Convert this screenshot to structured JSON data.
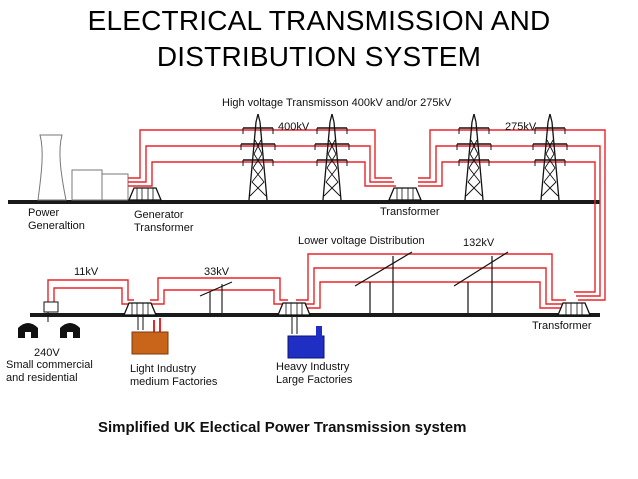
{
  "title_line1": "ELECTRICAL TRANSMISSION AND",
  "title_line2": "DISTRIBUTION SYSTEM",
  "labels": {
    "hv_transmission": "High voltage Transmisson 400kV and/or 275kV",
    "v400": "400kV",
    "v275": "275kV",
    "power_gen_1": "Power",
    "power_gen_2": "Generaltion",
    "gen_tx_1": "Generator",
    "gen_tx_2": "Transformer",
    "transformer_top": "Transformer",
    "lower_dist": "Lower voltage Distribution",
    "v132": "132kV",
    "v11": "11kV",
    "v33": "33kV",
    "transformer_bottom": "Transformer",
    "v240": "240V",
    "small_comm_1": "Small commercial",
    "small_comm_2": "and residential",
    "light_ind_1": "Light Industry",
    "light_ind_2": "medium Factories",
    "heavy_ind_1": "Heavy Industry",
    "heavy_ind_2": "Large Factories"
  },
  "caption": "Simplified UK Electical Power Transmission system",
  "colors": {
    "line_red": "#e8262a",
    "ground": "#1a1a1a",
    "light_industry": "#c8651b",
    "heavy_industry": "#1f2fc4"
  }
}
